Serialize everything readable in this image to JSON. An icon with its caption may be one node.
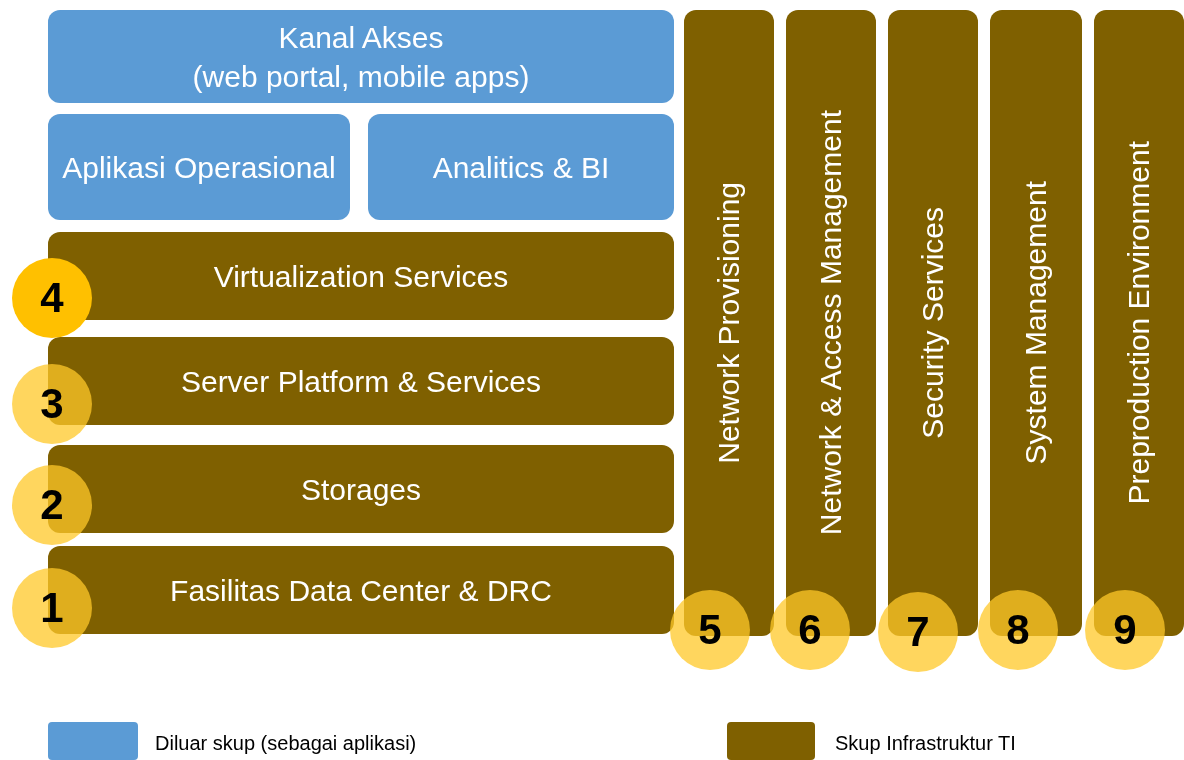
{
  "diagram": {
    "nodes": [
      {
        "text": [
          "Kanal Akses",
          "(web portal, mobile apps)"
        ]
      },
      {
        "text": [
          "Aplikasi Operasional"
        ]
      },
      {
        "text": [
          "Analitics & BI"
        ]
      },
      {
        "text": [
          "Virtualization Services"
        ]
      },
      {
        "text": [
          "4"
        ]
      },
      {
        "text": [
          "Server Platform & Services"
        ]
      },
      {
        "text": [
          "3"
        ]
      },
      {
        "text": [
          "Storages"
        ]
      },
      {
        "text": [
          "2"
        ]
      },
      {
        "text": [
          "Fasilitas Data Center & DRC"
        ]
      },
      {
        "text": [
          "1"
        ]
      },
      {
        "text": [
          "Network Provisioning"
        ]
      },
      {
        "text": [
          "Network & Access Management"
        ]
      },
      {
        "text": [
          "Security Services"
        ]
      },
      {
        "text": [
          "System Management"
        ]
      },
      {
        "text": [
          "Preproduction Environment"
        ]
      },
      {
        "text": [
          "5"
        ]
      },
      {
        "text": [
          "6"
        ]
      },
      {
        "text": [
          "7"
        ]
      },
      {
        "text": [
          "8"
        ]
      },
      {
        "text": [
          "9"
        ]
      }
    ],
    "edges": [],
    "legend": [
      {
        "text": "Diluar skup (sebagai aplikasi)",
        "color": "#5b9bd5"
      },
      {
        "text": "Skup Infrastruktur TI",
        "color": "#7f6000"
      }
    ]
  }
}
